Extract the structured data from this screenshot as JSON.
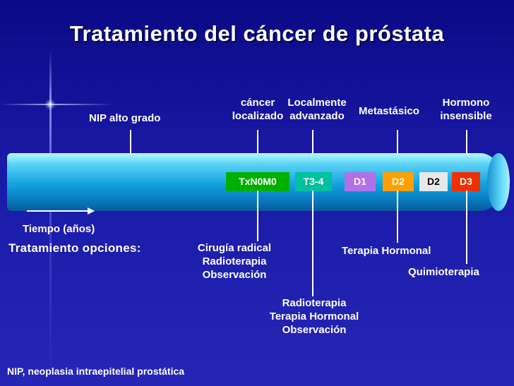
{
  "title": "Tratamiento del cáncer de próstata",
  "stage_labels": {
    "nip_alto_grado": "NIP alto grado",
    "cancer_localizado": [
      "cáncer",
      "localizado"
    ],
    "localmente_avanzado": [
      "Localmente",
      "advanzado"
    ],
    "metastasico": "Metastásico",
    "hormono_insensible": [
      "Hormono",
      "insensible"
    ]
  },
  "stages": [
    {
      "label": "TxN0M0",
      "bg": "#00b000",
      "fg": "#ffffff"
    },
    {
      "label": "T3-4",
      "bg": "#00c0a0",
      "fg": "#ffffff"
    },
    {
      "label": "D1",
      "bg": "#b070e8",
      "fg": "#ffffff"
    },
    {
      "label": "D2",
      "bg": "#ffa000",
      "fg": "#ffffff"
    },
    {
      "label": "D2",
      "bg": "#e8e8e8",
      "fg": "#000000"
    },
    {
      "label": "D3",
      "bg": "#f03000",
      "fg": "#ffffff"
    }
  ],
  "tiempo_label": "Tiempo (años)",
  "tratamiento_label": "Tratamiento opciones:",
  "treatments": {
    "localizado": [
      "Cirugía radical",
      "Radioterapia",
      "Observación"
    ],
    "avanzado": [
      "Radioterapia",
      "Terapia Hormonal",
      "Observación"
    ],
    "metastasico": "Terapia Hormonal",
    "insensible": "Quimioterapia"
  },
  "footnote": "NIP, neoplasia intraepitelial prostática",
  "colors": {
    "background_top": "#0a0a86",
    "background_bottom": "#2626b6",
    "timeline_tube": "#12a0df",
    "text": "#ffffff"
  }
}
